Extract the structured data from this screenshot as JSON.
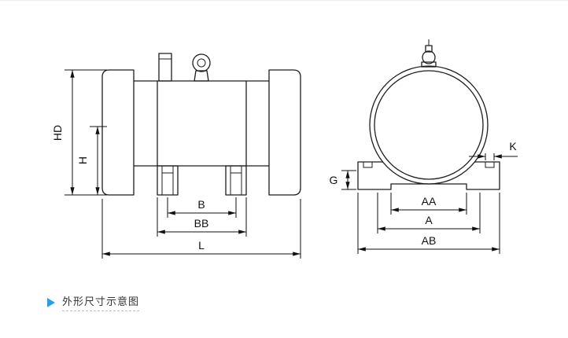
{
  "diagram": {
    "left_view": {
      "title": "side-view",
      "labels": {
        "hd": "HD",
        "h": "H",
        "b": "B",
        "bb": "BB",
        "l": "L"
      }
    },
    "right_view": {
      "title": "end-view",
      "labels": {
        "g": "G",
        "k": "K",
        "aa": "AA",
        "a": "A",
        "ab": "AB"
      }
    }
  },
  "caption": {
    "marker": "right-triangle",
    "marker_color": "#2d9de2",
    "text": "外形尺寸示意图"
  },
  "colors": {
    "line": "#1d1d1d",
    "background": "#ffffff"
  }
}
